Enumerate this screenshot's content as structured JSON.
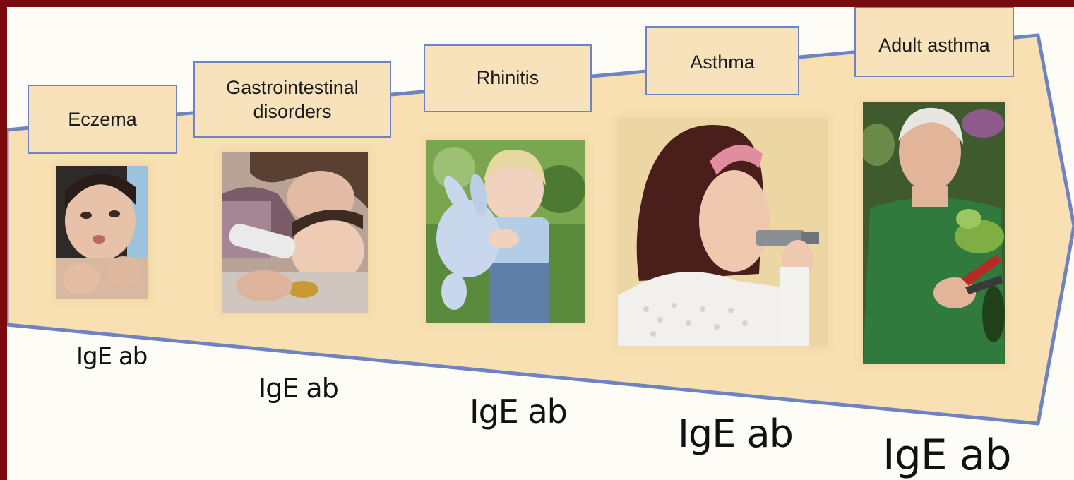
{
  "stages": [
    {
      "label": "Eczema",
      "illustration": "infant-portrait"
    },
    {
      "label_line1": "Gastrointestinal",
      "label_line2": "disorders",
      "illustration": "mother-feeding-baby"
    },
    {
      "label": "Rhinitis",
      "illustration": "toddler-with-plush-bunny"
    },
    {
      "label": "Asthma",
      "illustration": "girl-using-peak-flow-meter"
    },
    {
      "label": "Adult asthma",
      "illustration": "older-man-gardening"
    }
  ],
  "antibody_labels": [
    "IgE ab",
    "IgE ab",
    "IgE ab",
    "IgE ab",
    "IgE ab"
  ],
  "colors": {
    "background": "#7a0a0e",
    "arrow_fill": "#f8e0b2",
    "arrow_stroke": "#6e84c2",
    "box_fill": "#f8e2bb"
  }
}
